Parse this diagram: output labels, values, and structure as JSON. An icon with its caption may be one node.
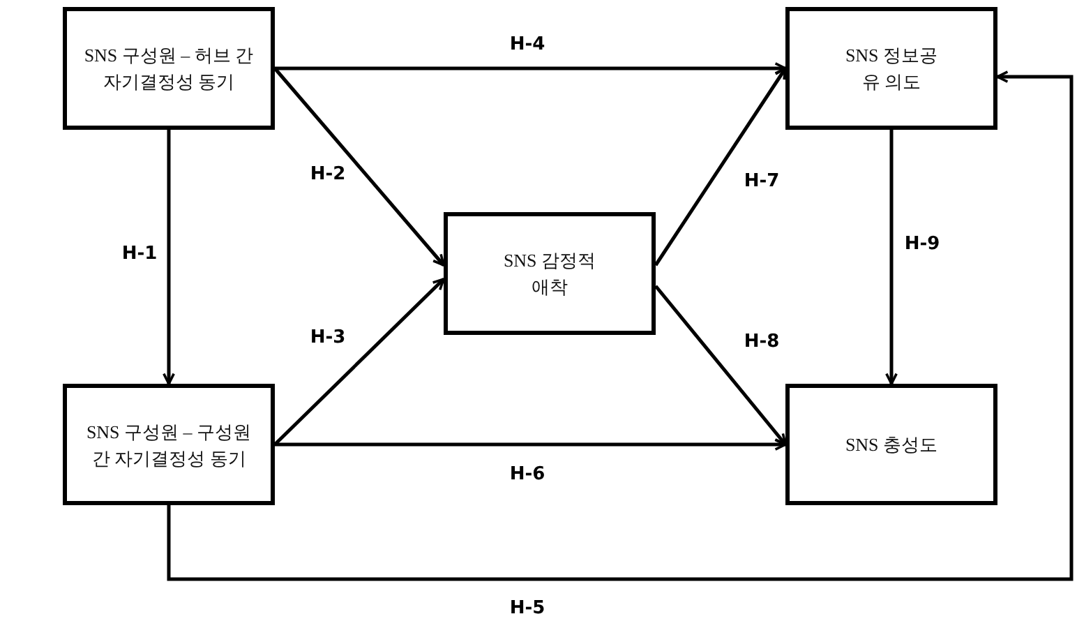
{
  "diagram": {
    "nodes": [
      {
        "text": [
          "SNS 구성원 – 허브 간 자기결정성 동기"
        ]
      },
      {
        "text": [
          "SNS 구성원 – 구성원 간 자기결정성 동기"
        ]
      },
      {
        "text": [
          "SNS 감정적 애착"
        ]
      },
      {
        "text": [
          "SNS 정보공유 의도"
        ]
      },
      {
        "text": [
          "SNS 충성도"
        ]
      }
    ],
    "edges": [
      {
        "from": 0,
        "to": 1,
        "arrow": "to",
        "label": "H-1"
      },
      {
        "from": 0,
        "to": 2,
        "arrow": "to",
        "label": "H-2"
      },
      {
        "from": 1,
        "to": 2,
        "arrow": "to",
        "label": "H-3"
      },
      {
        "from": 0,
        "to": 3,
        "arrow": "to",
        "label": "H-4"
      },
      {
        "from": 1,
        "to": 3,
        "arrow": "to",
        "label": "H-5"
      },
      {
        "from": 1,
        "to": 4,
        "arrow": "to",
        "label": "H-6"
      },
      {
        "from": 2,
        "to": 3,
        "arrow": "to",
        "label": "H-7"
      },
      {
        "from": 2,
        "to": 4,
        "arrow": "to",
        "label": "H-8"
      },
      {
        "from": 3,
        "to": 4,
        "arrow": "to",
        "label": "H-9"
      }
    ]
  }
}
